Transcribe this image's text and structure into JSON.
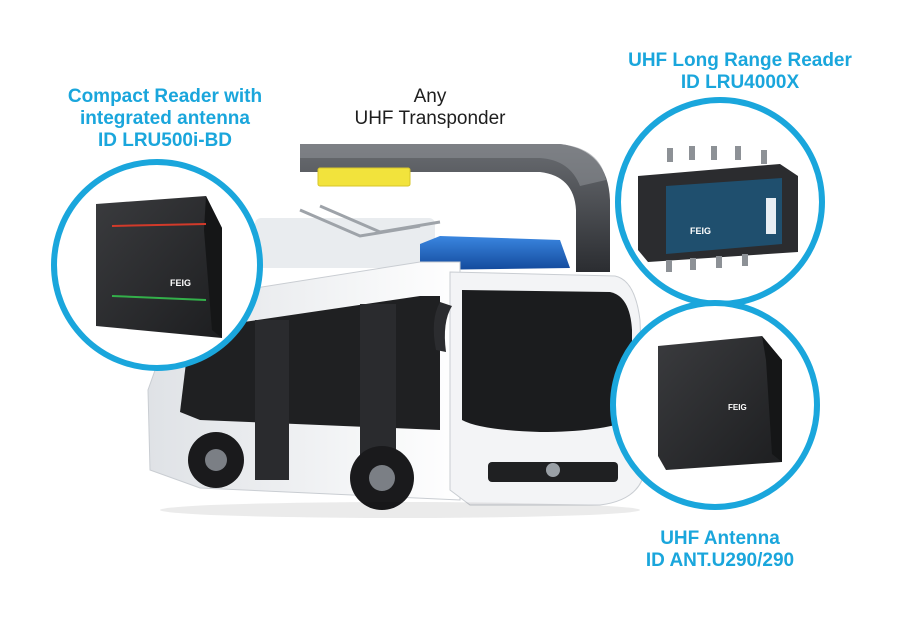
{
  "labels": {
    "compact_reader": [
      "Compact Reader with",
      "integrated antenna",
      "ID LRU500i-BD"
    ],
    "transponder": [
      "Any",
      "UHF Transponder"
    ],
    "long_range_reader": [
      "UHF Long Range Reader",
      "ID LRU4000X"
    ],
    "antenna": [
      "UHF Antenna",
      "ID ANT.U290/290"
    ]
  },
  "brand": {
    "logo_text": "FEIG"
  },
  "colors": {
    "accent": "#1aa6dc",
    "transponder": "#f2e33c",
    "bus_roof_tank": "#1a62c4",
    "device_dark": "#2c2d2f",
    "reader_panel": "#1f4f6e"
  }
}
